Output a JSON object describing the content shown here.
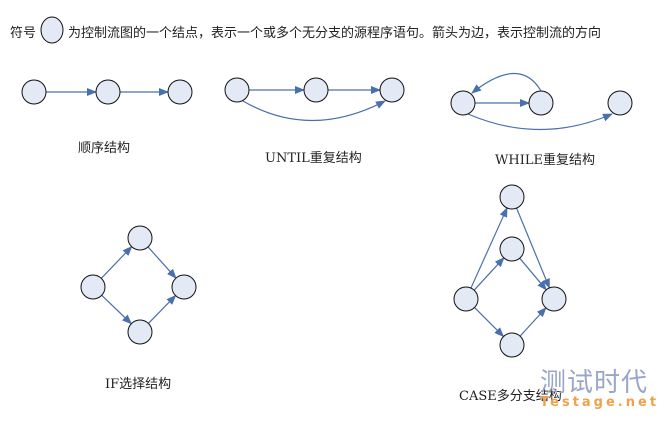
{
  "header": {
    "prefix": "符号",
    "description": "为控制流图的一个结点，表示一个或多个无分支的源程序语句。箭头为边，表示控制流的方向"
  },
  "labels": {
    "sequence": "顺序结构",
    "until": "UNTIL重复结构",
    "while": "WHILE重复结构",
    "if": "IF选择结构",
    "case": "CASE多分支结构"
  },
  "watermark": {
    "title": "测试时代",
    "site": "Testage.net"
  },
  "colors": {
    "node_fill": "#e3e9f5",
    "node_stroke": "#111111",
    "edge": "#4a6fae"
  }
}
